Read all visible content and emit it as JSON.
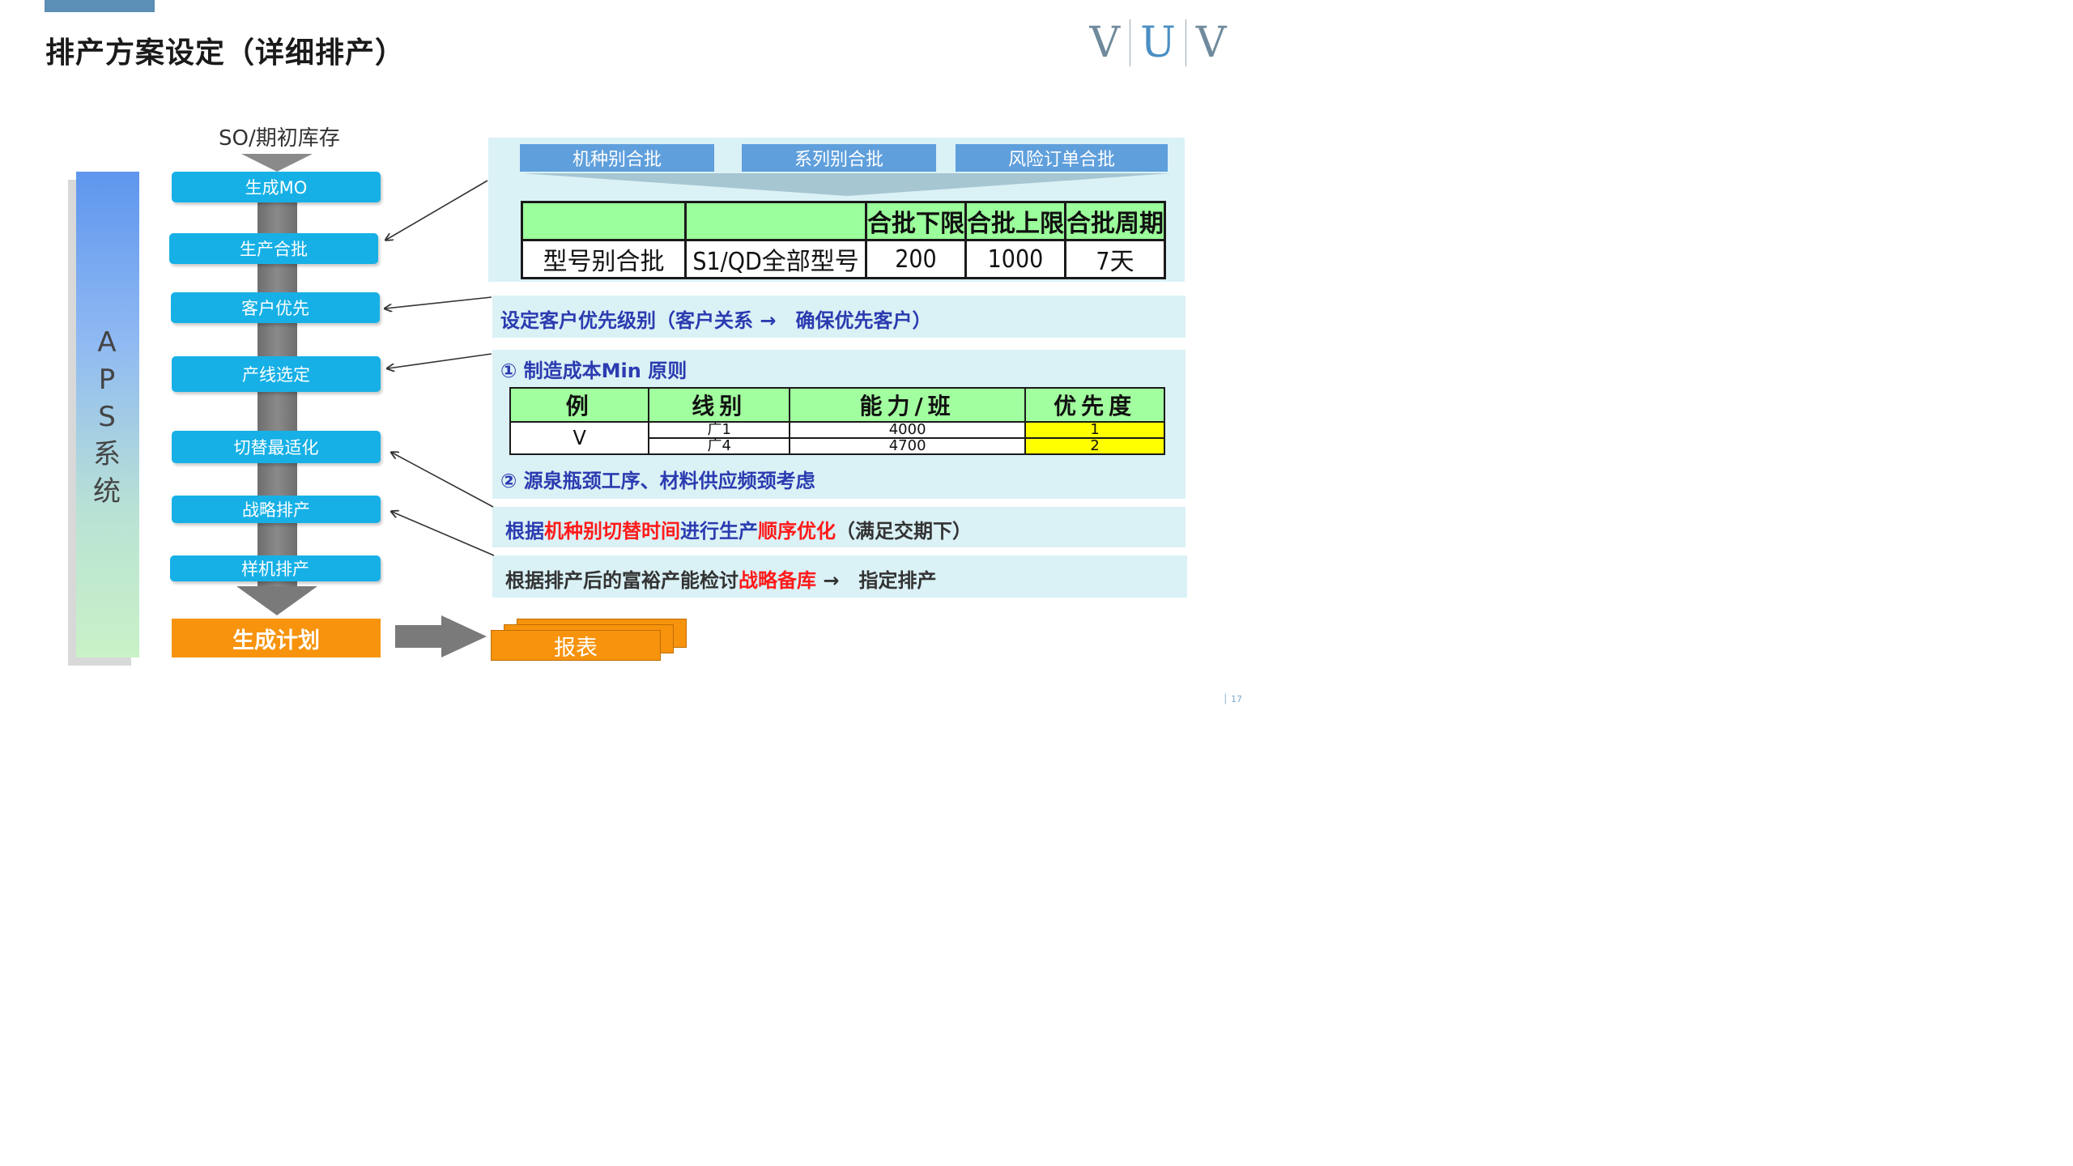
{
  "header": {
    "title": "排产方案设定（详细排产）",
    "logo": [
      "V",
      "U",
      "V"
    ]
  },
  "aps": {
    "chars": [
      "A",
      "P",
      "S",
      "系",
      "统"
    ]
  },
  "flow": {
    "source_label": "SO/期初库存",
    "steps": [
      "生成MO",
      "生产合批",
      "客户优先",
      "产线选定",
      "切替最适化",
      "战略排产",
      "样机排产"
    ],
    "final_step": "生成计划",
    "report": "报表"
  },
  "batching": {
    "tags": [
      "机种别合批",
      "系列别合批",
      "风险订单合批"
    ],
    "headers": [
      "",
      "",
      "合批下限",
      "合批上限",
      "合批周期"
    ],
    "row": [
      "型号别合批",
      "S1/QD全部型号",
      "200",
      "1000",
      "7天"
    ]
  },
  "customer_priority": {
    "text": "设定客户优先级别（客户关系 →　确保优先客户）"
  },
  "line_select": {
    "principle1": "① 制造成本Min 原则",
    "principle2": "② 源泉瓶颈工序、材料供应频颈考虑",
    "headers": [
      "例",
      "线别",
      "能力/班",
      "优先度"
    ],
    "example": "ᐯ",
    "rows": [
      {
        "line": "广1",
        "capacity": "4000",
        "priority": "1"
      },
      {
        "line": "广4",
        "capacity": "4700",
        "priority": "2"
      }
    ]
  },
  "changeover": {
    "p1": "根据",
    "p2": "机种别切替时间",
    "p3": "进行生产",
    "p4": "顺序优化",
    "p5": "（满足交期下）"
  },
  "strategic": {
    "p1": "根据排产后的富裕产能检讨",
    "p2": "战略备库",
    "p3": " →　指定排产"
  },
  "footer": {
    "page": "17"
  },
  "colors": {
    "step_blue": "#16b0e6",
    "plan_orange": "#f7930d",
    "panel_bg": "#daf1f6",
    "text_blue": "#2b3bb0",
    "highlight_red": "#ff1a1a"
  }
}
